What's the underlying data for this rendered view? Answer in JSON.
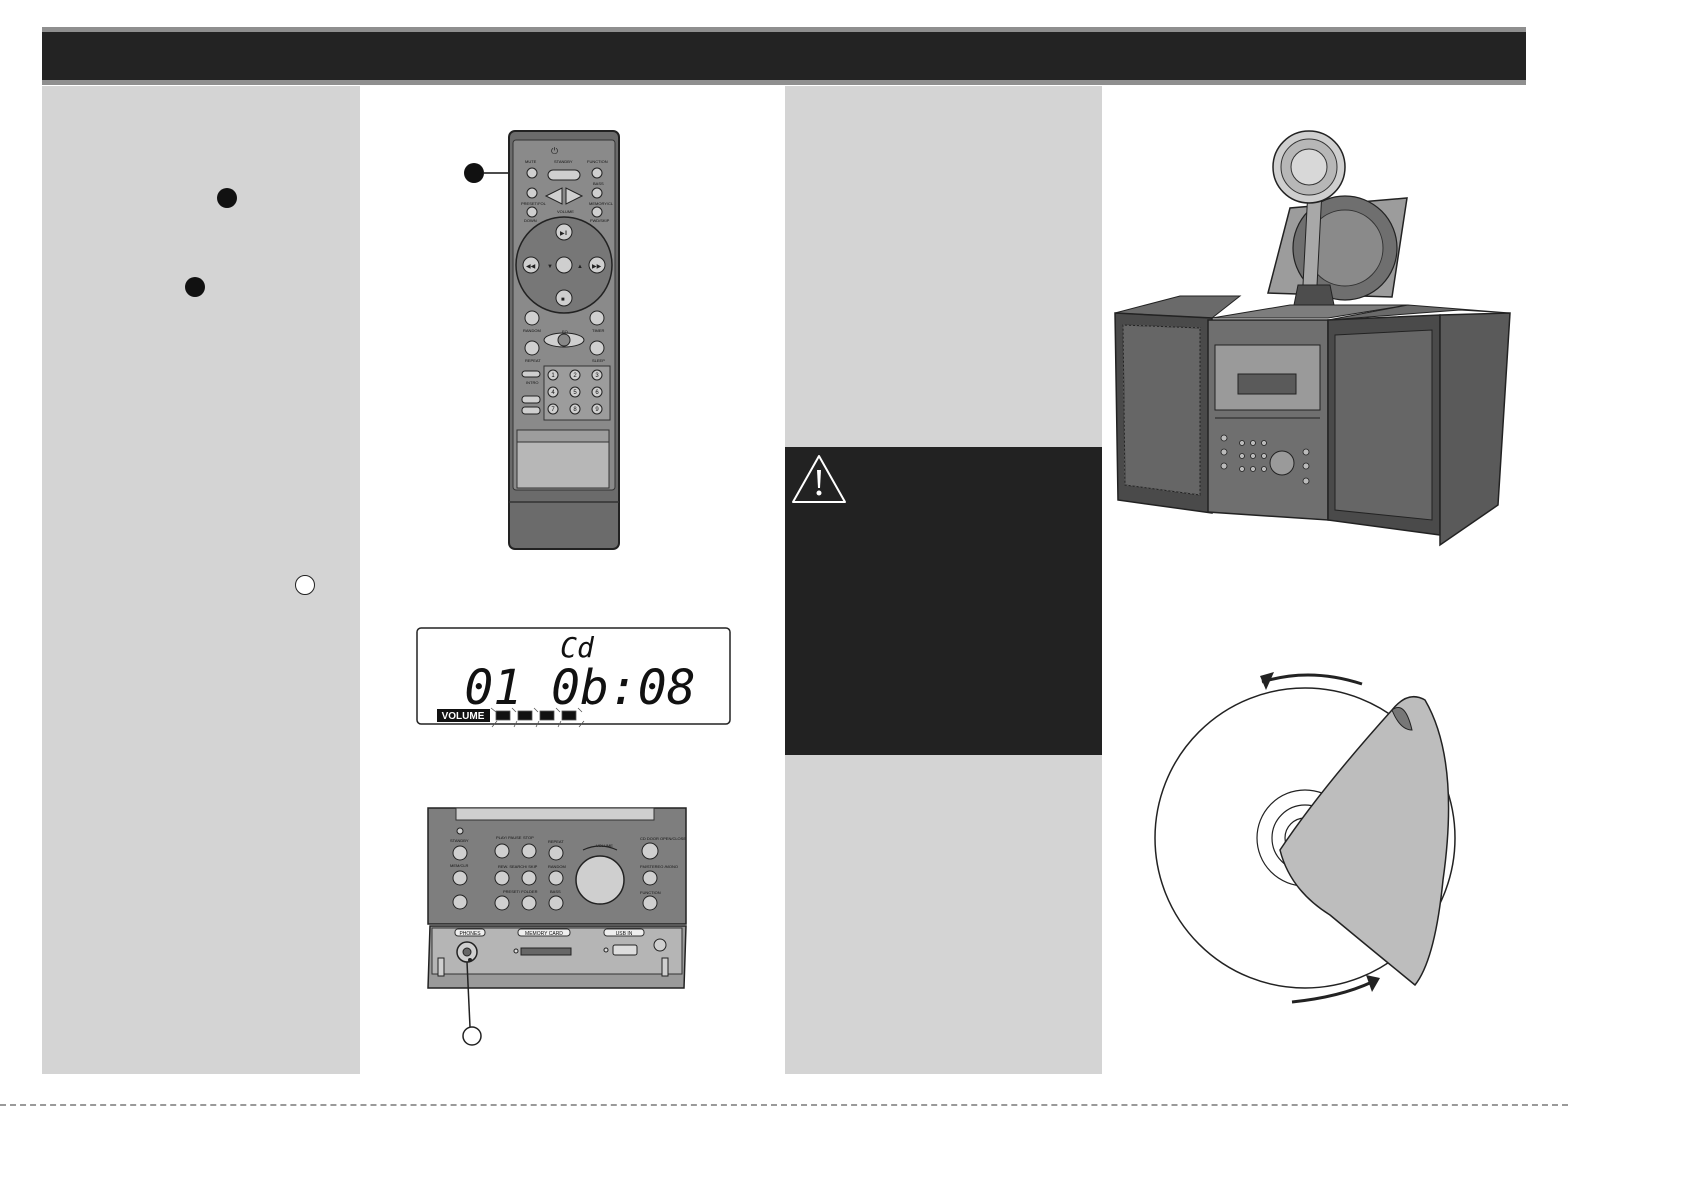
{
  "header": {
    "bar_color": "#232323",
    "rule_color": "#8f8f8f"
  },
  "colors": {
    "panel": "#d4d4d4",
    "warning_bg": "#222222",
    "ink": "#111111"
  },
  "remote": {
    "labels": {
      "mute": "MUTE",
      "standby": "STANDBY",
      "function": "FUNCTION",
      "bass": "BASS",
      "preset_plus": "PRESET/FOL",
      "volume": "VOLUME",
      "memory": "MEMORY/CL",
      "down": "DOWN",
      "fwd": "FWD/SKIP",
      "random": "RANDOM",
      "timer": "TIMER",
      "eq": "EQ",
      "repeat": "REPEAT",
      "sleep": "SLEEP",
      "intro": "INTRO"
    },
    "keypad": [
      "1",
      "2",
      "3",
      "4",
      "5",
      "6",
      "7",
      "8",
      "9"
    ]
  },
  "lcd": {
    "top": "Cd",
    "main": "01 0b:08",
    "volume_label": "VOLUME"
  },
  "front_panel": {
    "labels": {
      "standby": "STANDBY",
      "play_pause": "PLAY/ PAUSE",
      "stop": "STOP",
      "repeat": "REPEAT",
      "volume": "VOLUME",
      "cd_door": "CD DOOR OPEN/CLOSE",
      "memory": "MEM/CLR",
      "skip_search": "REW. SEARCH/ SKIP",
      "random": "RANDOM",
      "fm_stereo": "FM/STEREO /MONO",
      "preset": "PRESET/ FOLDER",
      "bass": "BASS",
      "function": "FUNCTION",
      "phones": "PHONES",
      "memory_card": "MEMORY CARD",
      "usb_in": "USB IN"
    }
  },
  "icons": {
    "warning": "warning-triangle-icon",
    "rotation": "rotation-arrows-icon"
  }
}
